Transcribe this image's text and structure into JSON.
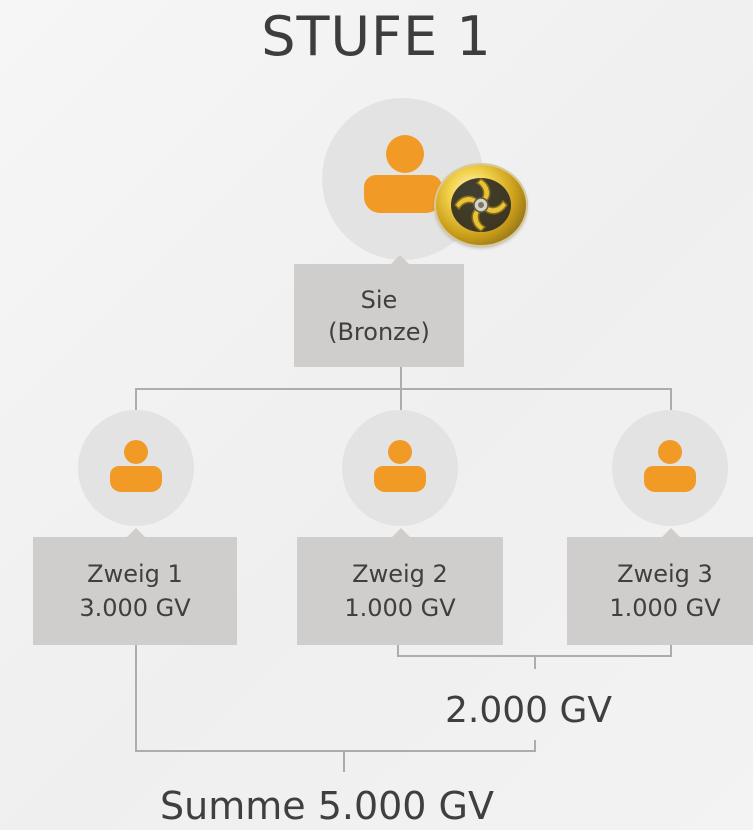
{
  "title": "STUFE 1",
  "root": {
    "name": "Sie",
    "rank": "(Bronze)"
  },
  "branches": [
    {
      "name": "Zweig 1",
      "volume": "3.000 GV"
    },
    {
      "name": "Zweig 2",
      "volume": "1.000 GV"
    },
    {
      "name": "Zweig 3",
      "volume": "1.000 GV"
    }
  ],
  "subtotal": "2.000 GV",
  "total": "Summe 5.000 GV",
  "colors": {
    "accent": "#f29a26",
    "box": "#cfcecd",
    "circle": "#e3e3e3",
    "connector": "#adadad",
    "text": "#3f3f3f"
  },
  "icons": {
    "person": "person-icon",
    "badge": "bronze-badge-icon"
  }
}
